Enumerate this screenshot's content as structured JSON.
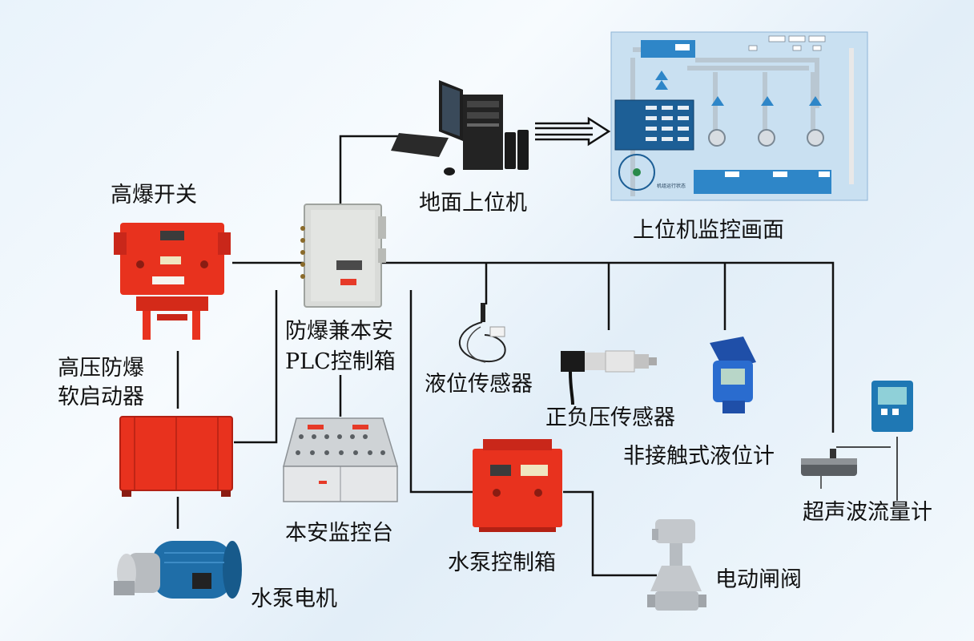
{
  "colors": {
    "line": "#111111",
    "explosion_proof_red": "#e8321e",
    "cabinet_grey": "#d9dbd8",
    "monitor_blue": "#2e86c8",
    "monitor_bg": "#c9e0f1"
  },
  "labels": {
    "high_voltage_switch": "高爆开关",
    "soft_starter_line1": "高压防爆",
    "soft_starter_line2": "软启动器",
    "pump_motor": "水泵电机",
    "monitoring_console": "本安监控台",
    "plc_box_line1": "防爆兼本安",
    "plc_box_line2": "PLC控制箱",
    "surface_host": "地面上位机",
    "host_screen": "上位机监控画面",
    "level_sensor": "液位传感器",
    "pressure_sensor": "正负压传感器",
    "noncontact_level_meter": "非接触式液位计",
    "ultrasonic_flowmeter": "超声波流量计",
    "pump_control_box": "水泵控制箱",
    "electric_valve": "电动闸阀"
  },
  "monitor_screen": {
    "side_panel_title": "机组运行状态"
  },
  "icons": {
    "computer": "desktop-computer-icon",
    "arrow": "double-arrow-right-icon",
    "valve": "gate-valve-icon"
  }
}
